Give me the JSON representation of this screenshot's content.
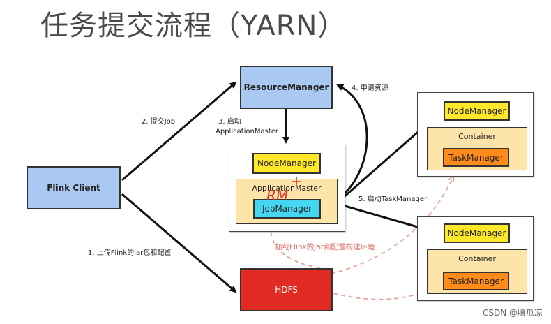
{
  "title": "任务提交流程（YARN）",
  "nodes": {
    "flink_client": "Flink Client",
    "resource_manager": "ResourceManager",
    "node_manager_master": "NodeManager",
    "application_master": "ApplicationMaster",
    "job_manager": "JobManager",
    "hdfs": "HDFS",
    "node_manager_1": "NodeManager",
    "container_1": "Container",
    "task_manager_1": "TaskManager",
    "node_manager_2": "NodeManager",
    "container_2": "Container",
    "task_manager_2": "TaskManager"
  },
  "edges": {
    "submit_job": "2. 提交Job",
    "start_am_line1": "3. 启动",
    "start_am_line2": "ApplicationMaster",
    "request_resources": "4. 申请资源",
    "start_taskmanager": "5. 启动TaskManager",
    "upload": "1. 上传Flink的Jar包和配置",
    "load_env": "加载Flink的Jar和配置构建环境"
  },
  "annotation": "RM",
  "watermark": "CSDN @脑瓜凉",
  "colors": {
    "blue": "#a9c9f2",
    "yellow": "#ffe82a",
    "cream": "#fde4a8",
    "cyan": "#45d6f2",
    "orange": "#ff8c1a",
    "red": "#e02a22",
    "dashed_pink": "#e8a29e",
    "annotation_red": "#e0302a"
  }
}
